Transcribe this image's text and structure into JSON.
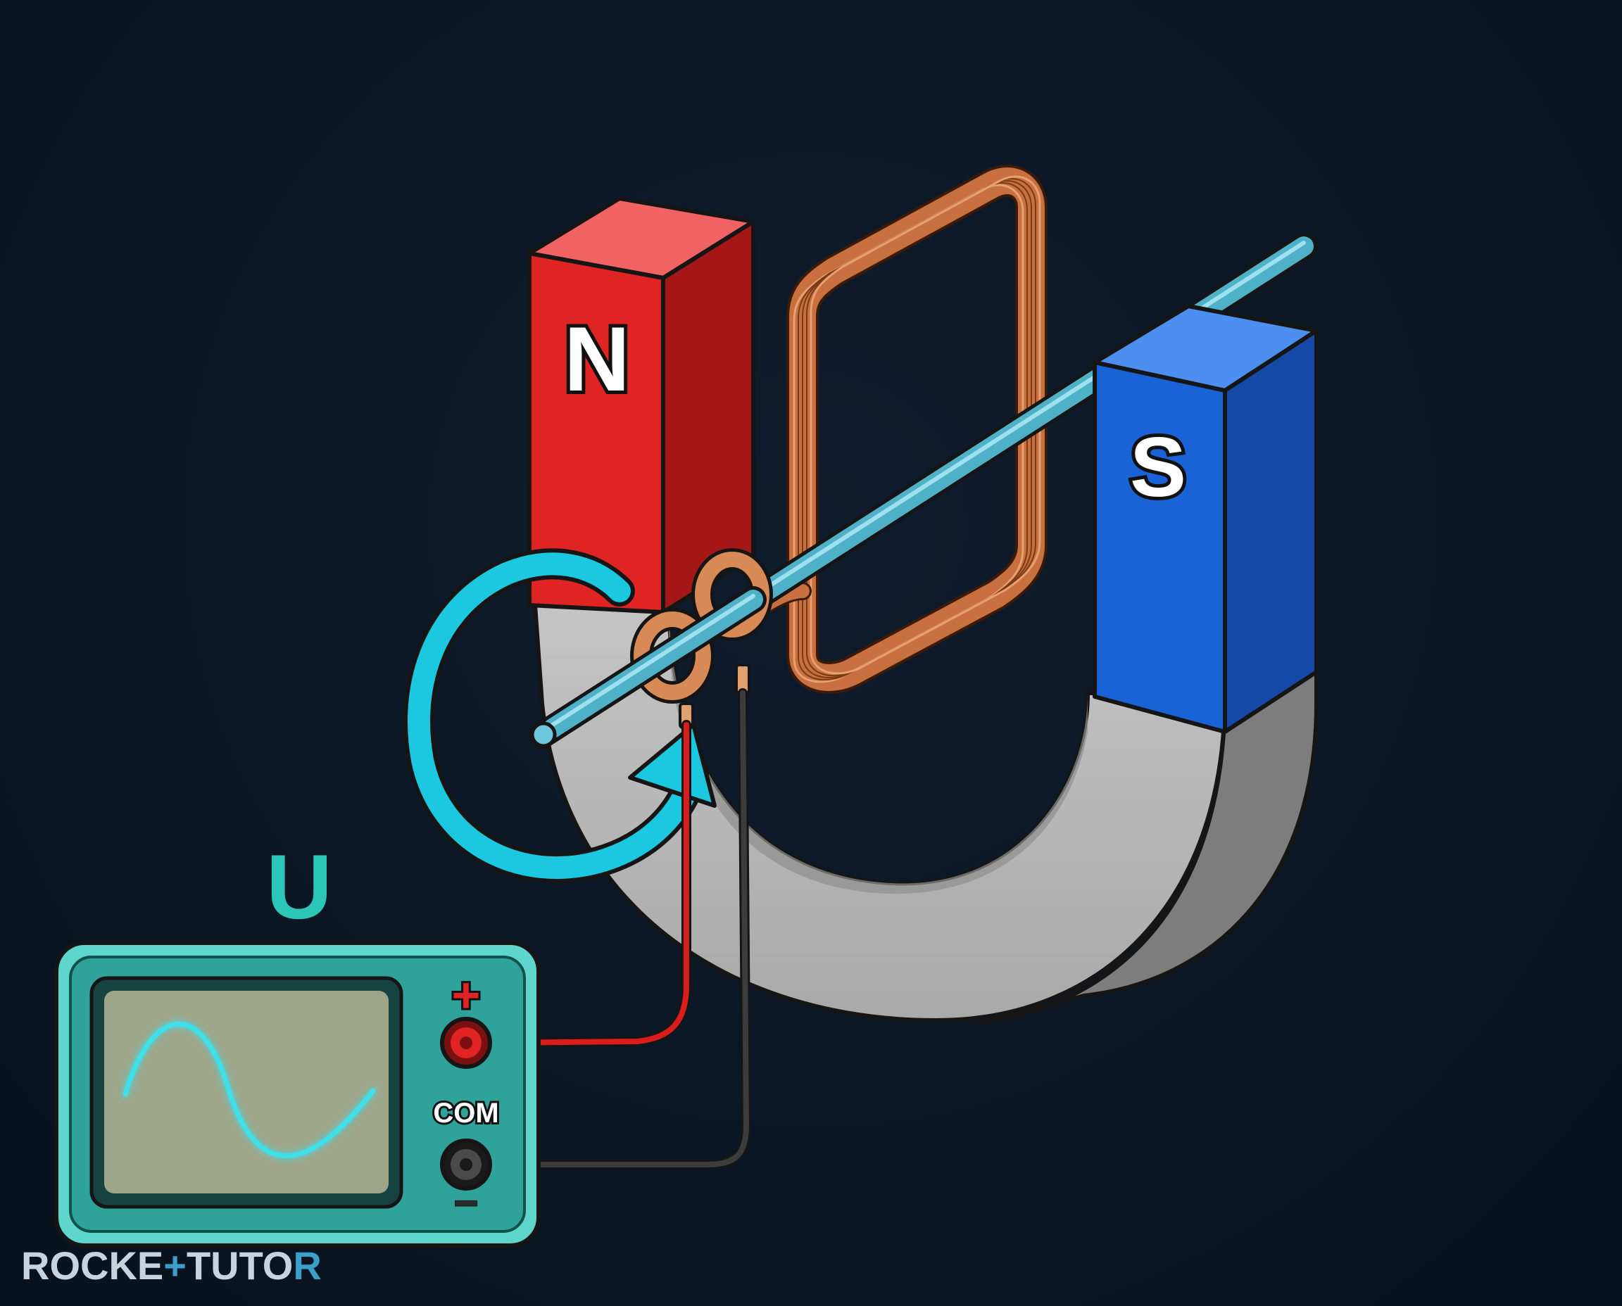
{
  "magnet": {
    "north_label": "N",
    "south_label": "S",
    "north_color": "#e02424",
    "south_color": "#1a63d6",
    "body_color": "#b9b9b9"
  },
  "coil": {
    "wire_color": "#c8703f"
  },
  "shaft": {
    "color": "#4fb1c8"
  },
  "rotation_arrow": {
    "color": "#1cc7e0",
    "icon": "circular-arrow-icon"
  },
  "voltage_symbol": "U",
  "meter": {
    "plus_label": "+",
    "com_label": "COM",
    "minus_label": "−",
    "case_color": "#2fa39a",
    "screen_color": "#9ea68a",
    "trace_color": "#3fe0ea"
  },
  "leads": {
    "positive_color": "#d91c1c",
    "common_color": "#2b2b2b"
  },
  "logo": {
    "part1": "ROCKE",
    "part2": "+",
    "part3": "TUTO",
    "part4": "R"
  }
}
